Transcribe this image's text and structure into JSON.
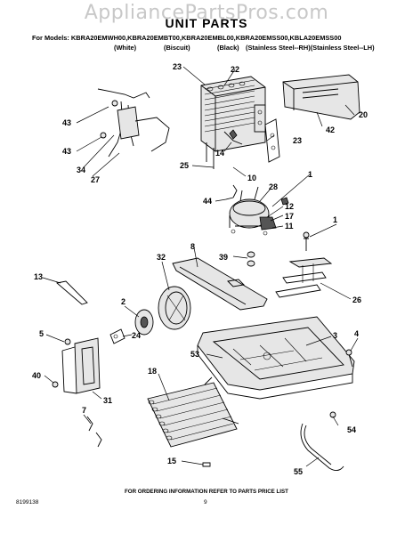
{
  "watermark": "AppliancePartsPros.com",
  "header": {
    "title": "UNIT PARTS",
    "models_line": "For Models: KBRA20EMWH00,KBRA20EMBT00,KBRA20EMBL00,KBRA20EMSS00,KBLA20EMSS00",
    "variants": [
      "(White)",
      "(Biscuit)",
      "(Black)",
      "(Stainless Steel--RH)(Stainless Steel--LH)"
    ]
  },
  "callouts": [
    "23",
    "22",
    "20",
    "43",
    "42",
    "23",
    "43",
    "14",
    "34",
    "27",
    "25",
    "10",
    "1",
    "44",
    "28",
    "12",
    "17",
    "11",
    "8",
    "32",
    "39",
    "1",
    "13",
    "2",
    "26",
    "5",
    "24",
    "3",
    "4",
    "53",
    "40",
    "31",
    "18",
    "7",
    "54",
    "15",
    "55"
  ],
  "footer": {
    "ordering_note": "FOR ORDERING INFORMATION REFER TO PARTS PRICE LIST",
    "page_number": "9",
    "doc_number": "8199138"
  }
}
